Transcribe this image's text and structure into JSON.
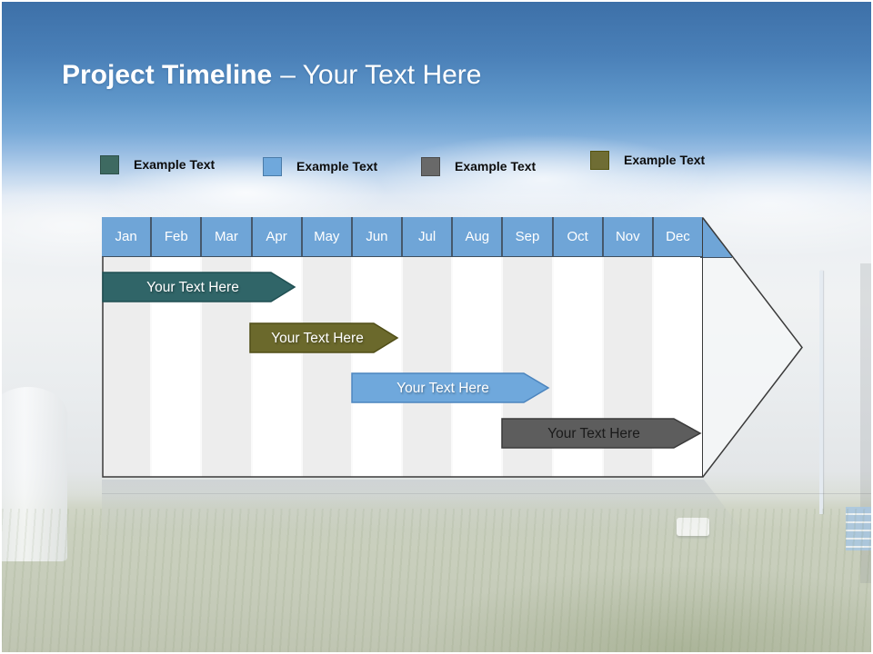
{
  "slide": {
    "title_primary": "Project Timeline",
    "title_secondary": "– Your Text Here"
  },
  "legend": {
    "items": [
      {
        "label": "Example Text",
        "color": "#3E6A61",
        "border": "#2E5049"
      },
      {
        "label": "Example Text",
        "color": "#6FA8DC",
        "border": "#4A7BA8"
      },
      {
        "label": "Example Text",
        "color": "#696969",
        "border": "#4A4A4A"
      },
      {
        "label": "Example Text",
        "color": "#6F6D34",
        "border": "#54520F"
      }
    ]
  },
  "timeline": {
    "header_color": "#6FA5D7",
    "months": [
      "Jan",
      "Feb",
      "Mar",
      "Apr",
      "May",
      "Jun",
      "Jul",
      "Aug",
      "Sep",
      "Oct",
      "Nov",
      "Dec"
    ],
    "bars": [
      {
        "row": 1,
        "label": "Your Text Here",
        "color": "#306568",
        "border": "#1F4F52",
        "text_color": "#FFFFFF",
        "start_month": "Jan",
        "end_month": "Mar"
      },
      {
        "row": 2,
        "label": "Your Text Here",
        "color": "#6B692C",
        "border": "#504E17",
        "text_color": "#FFFFFF",
        "start_month": "Apr",
        "end_month": "Jun"
      },
      {
        "row": 3,
        "label": "Your Text Here",
        "color": "#6FA8DC",
        "border": "#4C85BE",
        "text_color": "#FFFFFF",
        "start_month": "Jun",
        "end_month": "Sep"
      },
      {
        "row": 4,
        "label": "Your Text Here",
        "color": "#5D5D5D",
        "border": "#3B3B3B",
        "text_color": "#1A1A1A",
        "start_month": "Sep",
        "end_month": "Dec"
      }
    ]
  }
}
